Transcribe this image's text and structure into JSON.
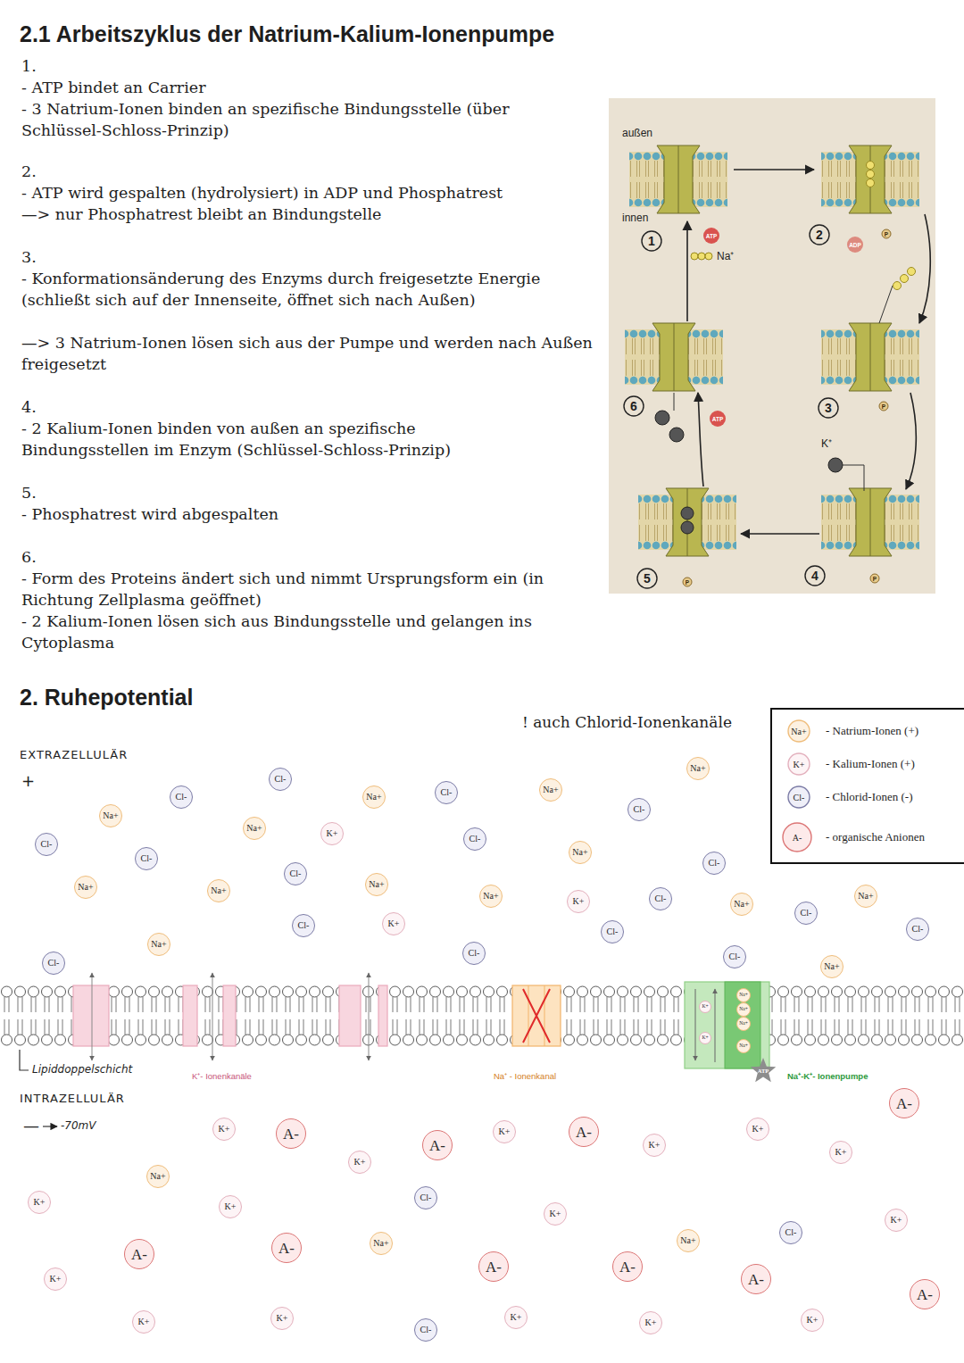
{
  "diagram": {
    "title": "2.1 Arbeitszyklus der Natrium-Kalium-Ionenpumpe",
    "nodes": [
      {
        "text": [
          "Cl-"
        ]
      },
      {
        "text": [
          "Na+"
        ]
      },
      {
        "text": [
          "Cl-"
        ]
      },
      {
        "text": [
          "Cl-"
        ]
      },
      {
        "text": [
          "Na+"
        ]
      },
      {
        "text": [
          "K+"
        ]
      },
      {
        "text": [
          "Na+"
        ]
      },
      {
        "text": [
          "Cl-"
        ]
      },
      {
        "text": [
          "Na+"
        ]
      },
      {
        "text": [
          "Na+"
        ]
      },
      {
        "text": [
          "Cl-"
        ]
      },
      {
        "text": [
          "Cl-"
        ]
      },
      {
        "text": [
          "Cl-"
        ]
      },
      {
        "text": [
          "Na+"
        ]
      },
      {
        "text": [
          "Cl-"
        ]
      },
      {
        "text": [
          "Na+"
        ]
      },
      {
        "text": [
          "Na+"
        ]
      },
      {
        "text": [
          "Na+"
        ]
      },
      {
        "text": [
          "Cl-"
        ]
      },
      {
        "text": [
          "Na+"
        ]
      },
      {
        "text": [
          "K+"
        ]
      },
      {
        "text": [
          "Cl-"
        ]
      },
      {
        "text": [
          "Na+"
        ]
      },
      {
        "text": [
          "Cl-"
        ]
      },
      {
        "text": [
          "Na+"
        ]
      },
      {
        "text": [
          "Cl-"
        ]
      },
      {
        "text": [
          "Cl-"
        ]
      },
      {
        "text": [
          "K+"
        ]
      },
      {
        "text": [
          "Cl-"
        ]
      },
      {
        "text": [
          "Na+"
        ]
      },
      {
        "text": [
          "Cl-"
        ]
      },
      {
        "text": [
          "Cl-"
        ]
      },
      {
        "text": [
          "Cl-"
        ]
      },
      {
        "text": [
          "Na+"
        ]
      },
      {
        "text": [
          "K+"
        ]
      },
      {
        "text": [
          "A-"
        ]
      },
      {
        "text": [
          "K+"
        ]
      },
      {
        "text": [
          "A-"
        ]
      },
      {
        "text": [
          "K+"
        ]
      },
      {
        "text": [
          "A-"
        ]
      },
      {
        "text": [
          "K+"
        ]
      },
      {
        "text": [
          "K+"
        ]
      },
      {
        "text": [
          "K+"
        ]
      },
      {
        "text": [
          "A-"
        ]
      },
      {
        "text": [
          "Na+"
        ]
      },
      {
        "text": [
          "K+"
        ]
      },
      {
        "text": [
          "K+"
        ]
      },
      {
        "text": [
          "Cl-"
        ]
      },
      {
        "text": [
          "K+"
        ]
      },
      {
        "text": [
          "Na+"
        ]
      },
      {
        "text": [
          "Cl-"
        ]
      },
      {
        "text": [
          "K+"
        ]
      },
      {
        "text": [
          "A-"
        ]
      },
      {
        "text": [
          "A-"
        ]
      },
      {
        "text": [
          "Na+"
        ]
      },
      {
        "text": [
          "A-"
        ]
      },
      {
        "text": [
          "A-"
        ]
      },
      {
        "text": [
          "A-"
        ]
      },
      {
        "text": [
          "K+"
        ]
      },
      {
        "text": [
          "A-"
        ]
      },
      {
        "text": [
          "K+"
        ]
      },
      {
        "text": [
          "K+"
        ]
      },
      {
        "text": [
          "Cl-"
        ]
      },
      {
        "text": [
          "K+"
        ]
      },
      {
        "text": [
          "K+"
        ]
      },
      {
        "text": [
          "K+"
        ]
      },
      {
        "text": [
          "K+"
        ]
      },
      {
        "text": [
          "K+"
        ]
      },
      {
        "text": [
          "Na+"
        ]
      },
      {
        "text": [
          "Na+"
        ]
      },
      {
        "text": [
          "Na+"
        ]
      },
      {
        "text": [
          "Na+"
        ]
      },
      {
        "text": [
          "ATP"
        ]
      }
    ],
    "labels": [
      "1.",
      "- ATP bindet an Carrier",
      "- 3 Natrium-Ionen binden an spezifische Bindungsstelle (über Schlüssel-Schloss-Prinzip)",
      "2.",
      "- ATP wird gespalten (hydrolysiert) in ADP und Phosphatrest",
      "—> nur Phosphatrest bleibt an Bindungstelle",
      "3.",
      "- Konformationsänderung des Enzyms durch freigesetzte Energie (schließt sich auf der Innenseite, öffnet sich nach Außen)",
      "—> 3 Natrium-Ionen lösen sich aus der Pumpe und werden nach Außen freigesetzt",
      "4.",
      "- 2 Kalium-Ionen binden von außen an spezifische Bindungsstellen im Enzym (Schlüssel-Schloss-Prinzip)",
      "5.",
      "- Phosphatrest wird abgespalten",
      "6.",
      "- Form des Proteins ändert sich und nimmt Ursprungsform ein (in Richtung Zellplasma geöffnet)",
      "- 2 Kalium-Ionen lösen sich aus Bindungsstelle und gelangen ins Cytoplasma",
      "außen",
      "innen",
      "1",
      "2",
      "3",
      "4",
      "5",
      "6",
      "ATP",
      "Na⁺",
      "ADP",
      "P",
      "ATP",
      "K⁺",
      "P",
      "P",
      "P",
      "2. Ruhepotential",
      "! auch Chlorid-Ionenkanäle",
      "EXTRAZELLULÄR",
      "+",
      "Lipiddoppelschicht",
      "K⁺- Ionenkanäle",
      "Na⁺ - Ionenkanal",
      "Na⁺-K⁺- Ionenpumpe",
      "INTRAZELLULÄR",
      "—",
      "-70mV",
      "Na+",
      "K+",
      "Cl-",
      "A-"
    ],
    "legend": [
      {
        "text": "- Natrium-Ionen (+)",
        "color": "#fdf1e1"
      },
      {
        "text": "- Kalium-Ionen (+)",
        "color": "#fdf4f6"
      },
      {
        "text": "- Chlorid-Ionen (-)",
        "color": "#efeff8"
      },
      {
        "text": "- organische Anionen",
        "color": "#fdeaea"
      }
    ]
  }
}
